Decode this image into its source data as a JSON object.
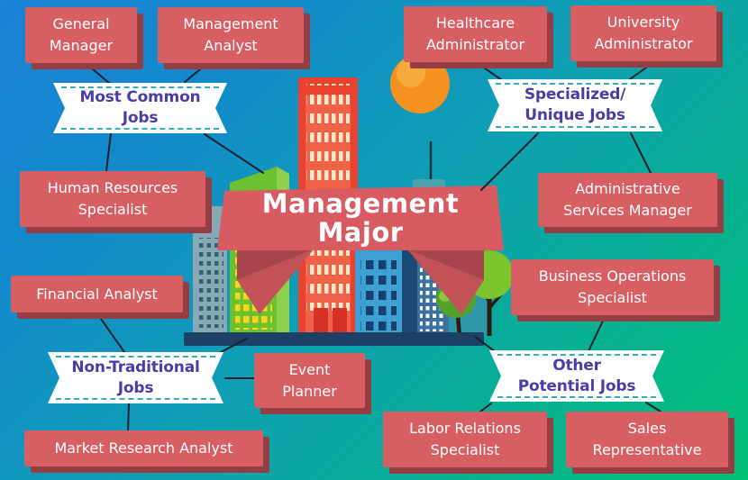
{
  "ribbon": {
    "label": "Management\nMajor"
  },
  "banners": {
    "most_common": {
      "label": "Most Common\nJobs"
    },
    "specialized": {
      "label": "Specialized/\nUnique Jobs"
    },
    "non_traditional": {
      "label": "Non-Traditional\nJobs"
    },
    "other_potential": {
      "label": "Other\nPotential Jobs"
    }
  },
  "jobs": {
    "general_manager": {
      "label": "General\nManager"
    },
    "management_analyst": {
      "label": "Management\nAnalyst"
    },
    "healthcare_administrator": {
      "label": "Healthcare\nAdministrator"
    },
    "university_administrator": {
      "label": "University\nAdministrator"
    },
    "human_resources": {
      "label": "Human Resources\nSpecialist"
    },
    "admin_services_manager": {
      "label": "Administrative\nServices Manager"
    },
    "financial_analyst": {
      "label": "Financial Analyst"
    },
    "business_operations": {
      "label": "Business Operations\nSpecialist"
    },
    "event_planner": {
      "label": "Event\nPlanner"
    },
    "market_research_analyst": {
      "label": "Market Research Analyst"
    },
    "labor_relations": {
      "label": "Labor Relations\nSpecialist"
    },
    "sales_representative": {
      "label": "Sales\nRepresentative"
    }
  },
  "colors": {
    "bg_top_left": "#1b82d6",
    "bg_mid": "#0fa0b2",
    "bg_bottom_right": "#02c077",
    "job_box": "#d75f63",
    "job_box_shadow": "#943d43",
    "job_text": "#ffffff",
    "banner_bg": "#ffffff",
    "banner_dash": "#35acba",
    "banner_text": "#4a3da7",
    "ribbon": "#d75b61",
    "ribbon_fold_dark": "#a8444b",
    "ribbon_fold_mid": "#c25158",
    "connector": "#17212e"
  }
}
